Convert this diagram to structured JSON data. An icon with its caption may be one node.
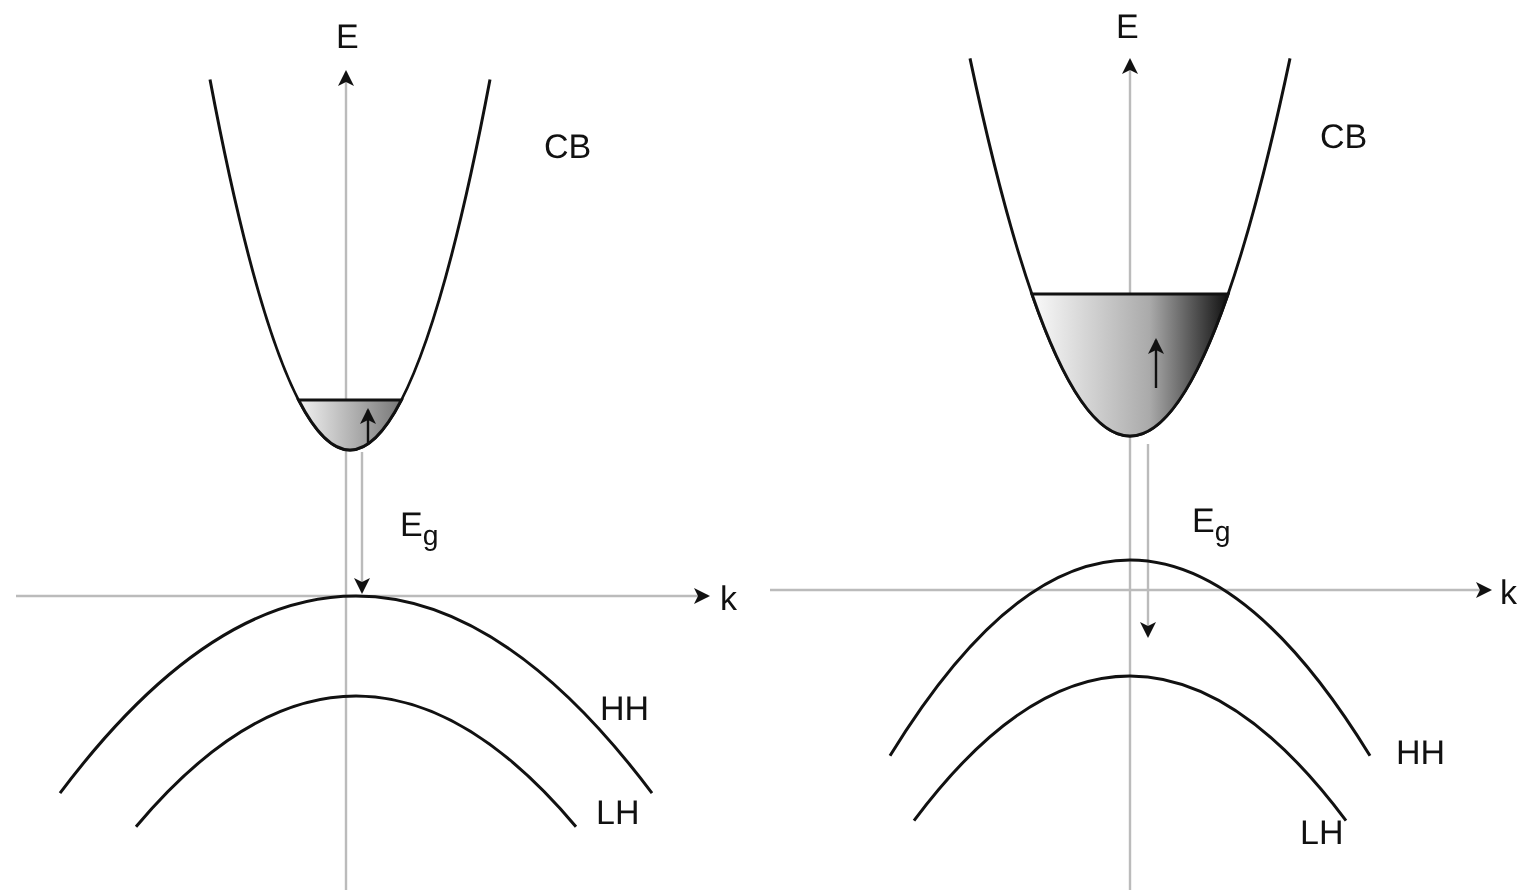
{
  "diagram": {
    "labels": [
      "E",
      "CB",
      "E$_{g}$",
      "k",
      "HH",
      "LH",
      "E",
      "CB",
      "E$_{g}$",
      "k",
      "HH",
      "LH"
    ]
  }
}
